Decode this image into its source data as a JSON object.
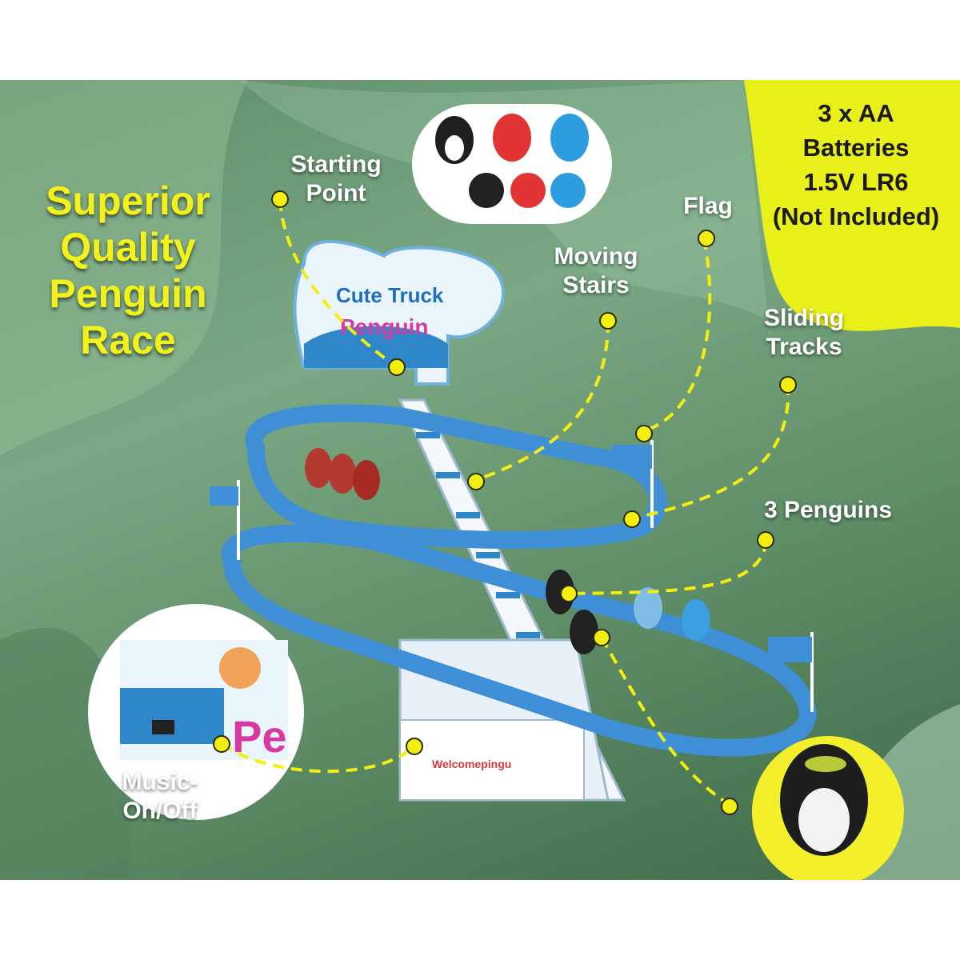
{
  "headline": "Superior\nQuality\nPenguin\nRace",
  "battery_note": "3 x AA\nBatteries\n1.5V LR6\n(Not Included)",
  "callouts": {
    "starting_point": "Starting\nPoint",
    "flag": "Flag",
    "moving_stairs": "Moving\nStairs",
    "sliding_tracks": "Sliding\nTracks",
    "penguins": "3 Penguins",
    "music": "Music-\nOn/Off"
  },
  "product": {
    "brand_top": "Cute Truck",
    "brand_bottom": "Penguin",
    "base_text": "Welcomepingu"
  },
  "colors": {
    "accent_yellow": "#f3ee12",
    "track_blue": "#3f8fd6",
    "background_green": "#6f9e79"
  }
}
